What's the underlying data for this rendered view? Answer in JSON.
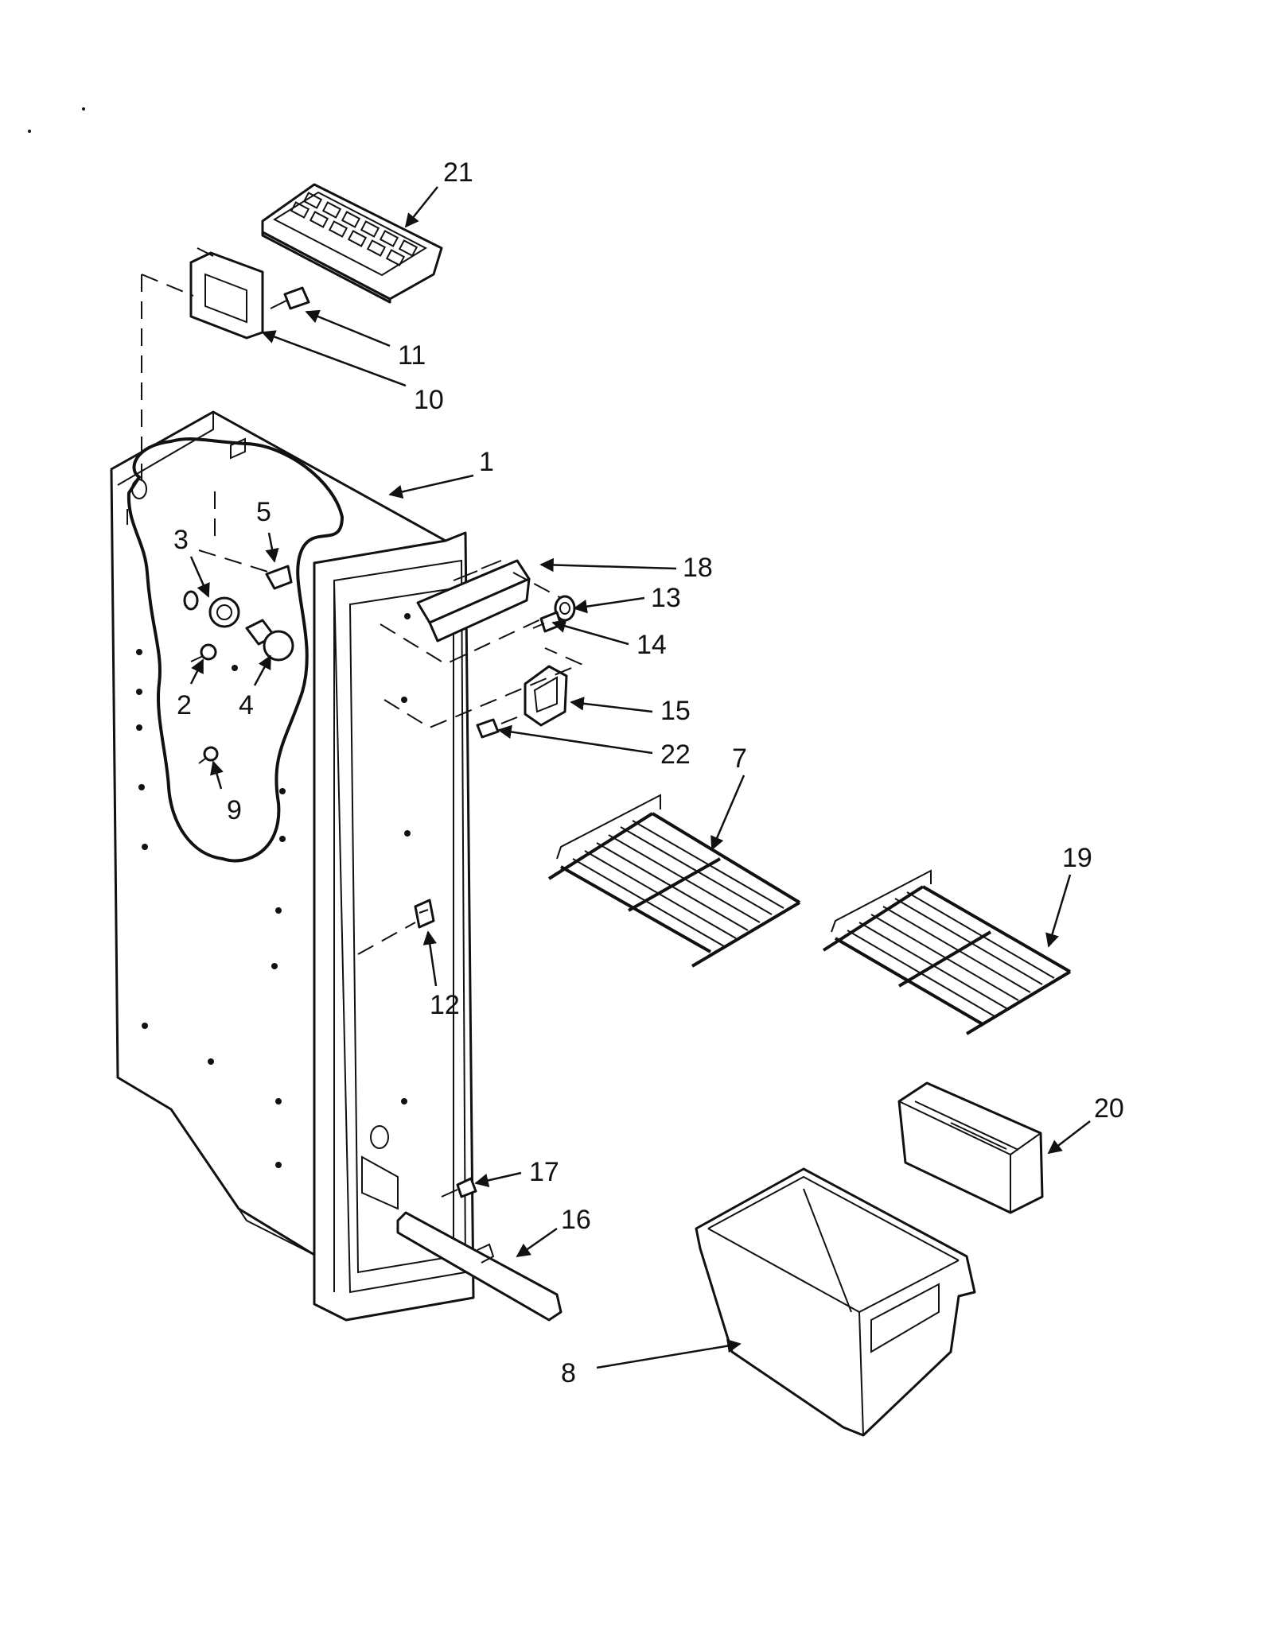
{
  "callouts": {
    "c1": "1",
    "c2": "2",
    "c3": "3",
    "c4": "4",
    "c5": "5",
    "c7": "7",
    "c8": "8",
    "c9": "9",
    "c10": "10",
    "c11": "11",
    "c12": "12",
    "c13": "13",
    "c14": "14",
    "c15": "15",
    "c16": "16",
    "c17": "17",
    "c18": "18",
    "c19": "19",
    "c20": "20",
    "c21": "21",
    "c22": "22"
  }
}
